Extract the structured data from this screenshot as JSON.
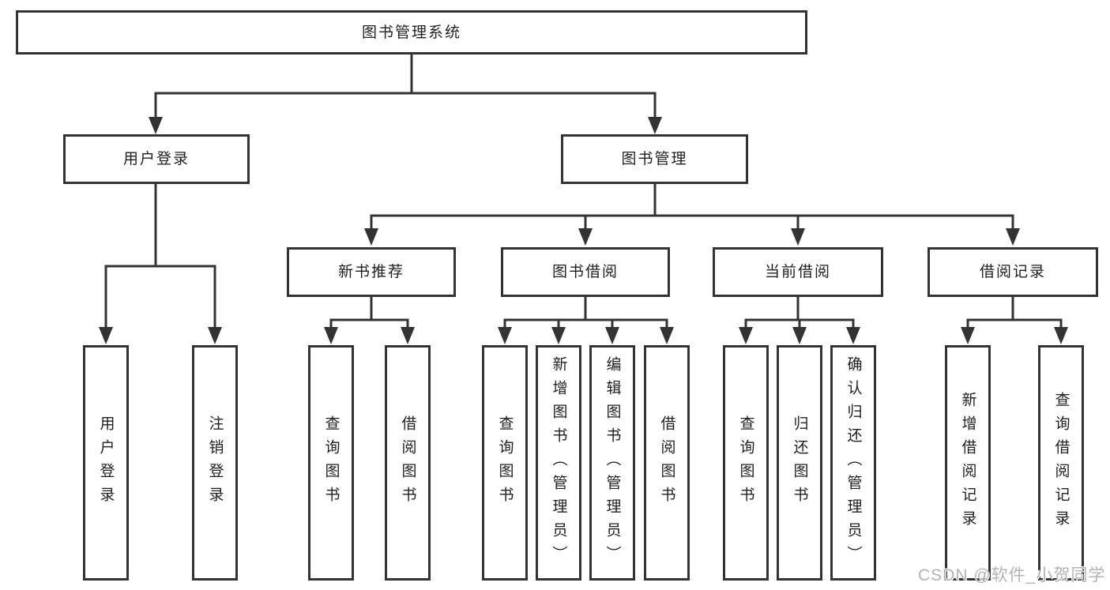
{
  "nodes": {
    "root": "图书管理系统",
    "user_login": "用户登录",
    "book_mgmt": "图书管理",
    "new_book_rec": "新书推荐",
    "book_borrow": "图书借阅",
    "current_borrow": "当前借阅",
    "borrow_record": "借阅记录",
    "leaf_user_login": "用户登录",
    "leaf_logout": "注销登录",
    "leaf_rec_query_book": "查询图书",
    "leaf_rec_borrow_book": "借阅图书",
    "leaf_bb_query_book": "查询图书",
    "leaf_bb_add_book": "新增图书（管理员）",
    "leaf_bb_edit_book": "编辑图书（管理员）",
    "leaf_bb_borrow_book": "借阅图书",
    "leaf_cb_query_book": "查询图书",
    "leaf_cb_return_book": "归还图书",
    "leaf_cb_confirm_return": "确认归还（管理员）",
    "leaf_br_add_record": "新增借阅记录",
    "leaf_br_query_record": "查询借阅记录"
  },
  "hierarchy": {
    "图书管理系统": {
      "用户登录": [
        "用户登录",
        "注销登录"
      ],
      "图书管理": {
        "新书推荐": [
          "查询图书",
          "借阅图书"
        ],
        "图书借阅": [
          "查询图书",
          "新增图书（管理员）",
          "编辑图书（管理员）",
          "借阅图书"
        ],
        "当前借阅": [
          "查询图书",
          "归还图书",
          "确认归还（管理员）"
        ],
        "借阅记录": [
          "新增借阅记录",
          "查询借阅记录"
        ]
      }
    }
  },
  "watermark": "CSDN @软件_小贺同学",
  "colors": {
    "line": "#333333",
    "text": "#1f1f1f",
    "watermark": "#b3b3b3",
    "background": "#ffffff"
  }
}
